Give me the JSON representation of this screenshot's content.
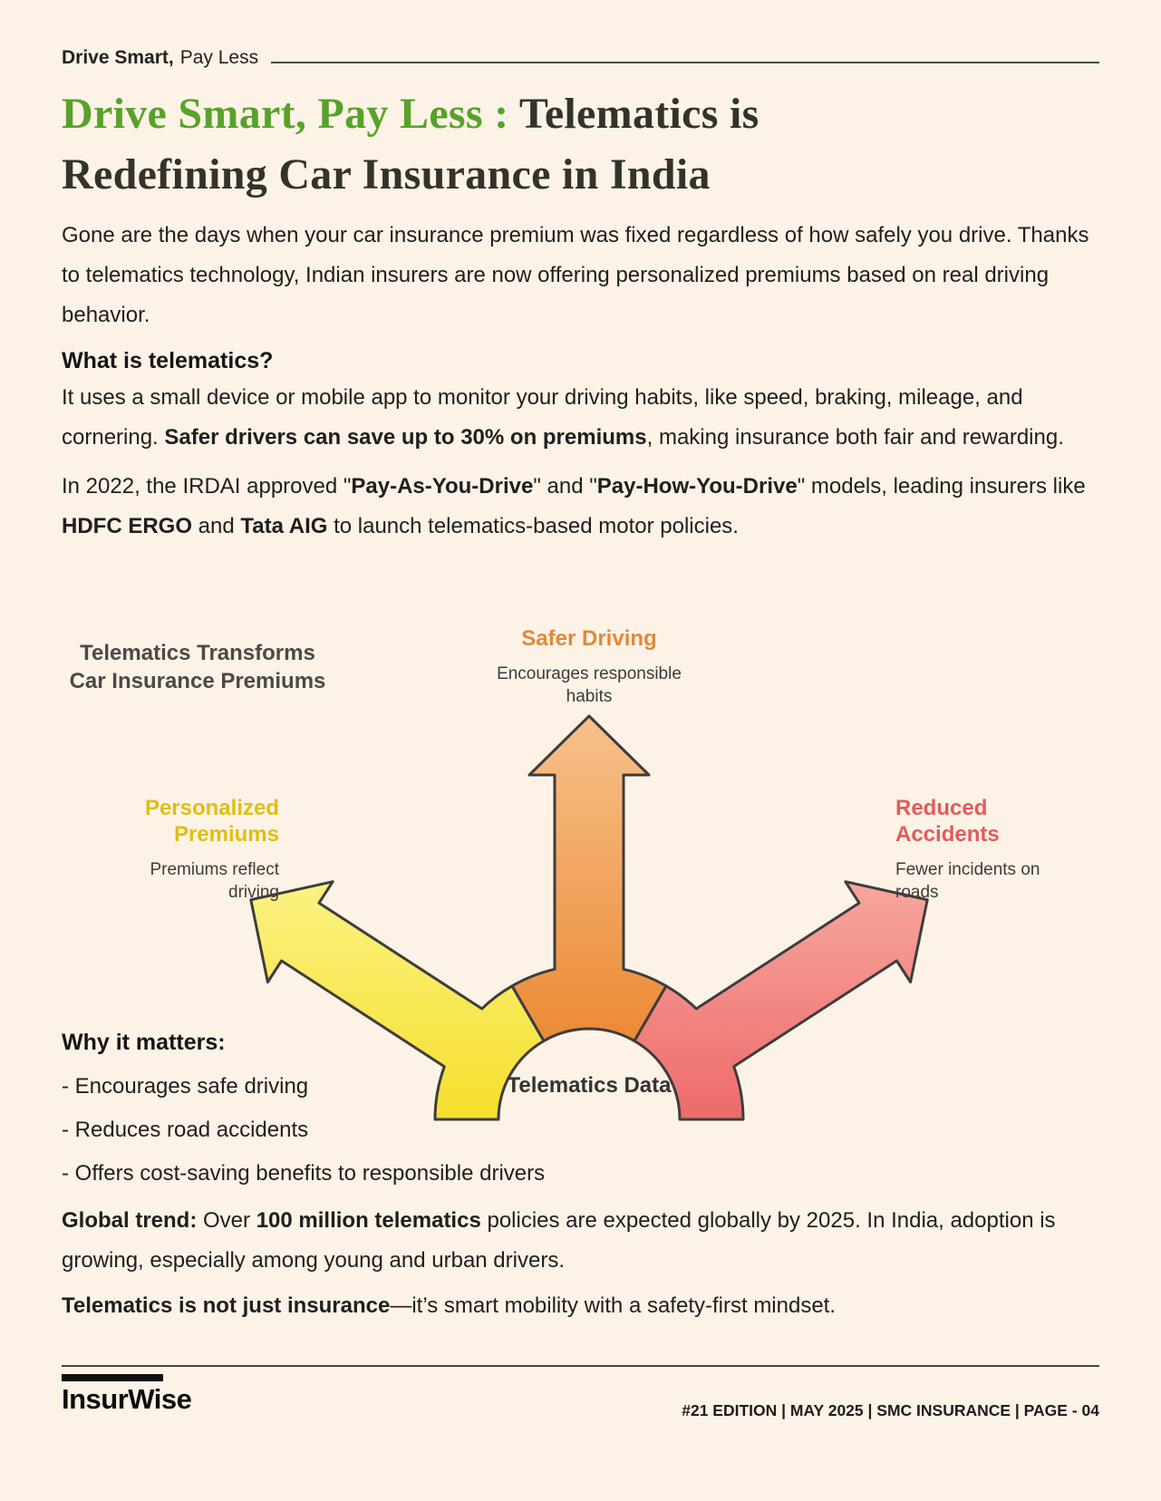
{
  "colors": {
    "bg": "#fdf2e6",
    "text": "#242424",
    "dark": "#33332b",
    "green": "#58a22a",
    "yellow_label": "#e0be12",
    "orange_label": "#df8a3a",
    "red_label": "#e25b5b",
    "gray_label": "#4a4a48",
    "outline": "#3d3d3d",
    "y1": "#fbf283",
    "y2": "#f5df2b",
    "o1": "#f7c18a",
    "o2": "#ec8a36",
    "r1": "#f7a79e",
    "r2": "#ee6a6a"
  },
  "header": {
    "kicker_bold": "Drive Smart,",
    "kicker_regular": "Pay Less"
  },
  "title": {
    "accent": "Drive Smart, Pay Less : ",
    "rest_line1": "Telematics is",
    "line2": "Redefining Car Insurance in India"
  },
  "intro": "Gone are the days when your car insurance premium was fixed regardless of how safely you drive. Thanks to telematics technology, Indian insurers are now offering personalized premiums based on real driving behavior.",
  "what_is": {
    "heading": "What is telematics?",
    "para1": [
      {
        "text": "It uses a small device or mobile app to monitor your driving habits, like speed, braking, mileage, and cornering. "
      },
      {
        "text": "Safer drivers can save up to 30% on premiums",
        "bold": true
      },
      {
        "text": ", making insurance both fair and rewarding."
      }
    ],
    "para2": [
      {
        "text": "In 2022, the IRDAI approved \""
      },
      {
        "text": "Pay-As-You-Drive",
        "bold": true
      },
      {
        "text": "\" and \""
      },
      {
        "text": "Pay-How-You-Drive",
        "bold": true
      },
      {
        "text": "\" models, leading insurers like "
      },
      {
        "text": "HDFC ERGO",
        "bold": true
      },
      {
        "text": " and "
      },
      {
        "text": "Tata AIG",
        "bold": true
      },
      {
        "text": " to launch telematics-based motor policies."
      }
    ]
  },
  "infographic": {
    "title_line1": "Telematics Transforms",
    "title_line2": "Car Insurance Premiums",
    "center_label": "Telematics Data",
    "branches": [
      {
        "label": "Personalized Premiums",
        "desc": "Premiums reflect driving",
        "color": "#f5df2b"
      },
      {
        "label": "Safer Driving",
        "desc": "Encourages responsible habits",
        "color": "#ec8a36"
      },
      {
        "label": "Reduced Accidents",
        "desc": "Fewer incidents on roads",
        "color": "#ee6a6a"
      }
    ]
  },
  "why": {
    "heading": "Why it matters:",
    "bullets": [
      "- Encourages safe driving",
      "- Reduces road accidents",
      "- Offers cost-saving benefits to responsible drivers"
    ]
  },
  "global_trend": [
    {
      "text": "Global trend:",
      "bold": true
    },
    {
      "text": " Over "
    },
    {
      "text": "100 million telematics",
      "bold": true
    },
    {
      "text": " policies are expected globally by 2025. In India, adoption is growing, especially among young and urban drivers."
    }
  ],
  "closing": [
    {
      "text": "Telematics is not just insurance",
      "bold": true
    },
    {
      "text": "—it’s smart mobility with a safety-first mindset."
    }
  ],
  "footer": {
    "logo": "InsurWise",
    "edition": "#21 EDITION | MAY 2025 | SMC INSURANCE | PAGE - 04"
  }
}
